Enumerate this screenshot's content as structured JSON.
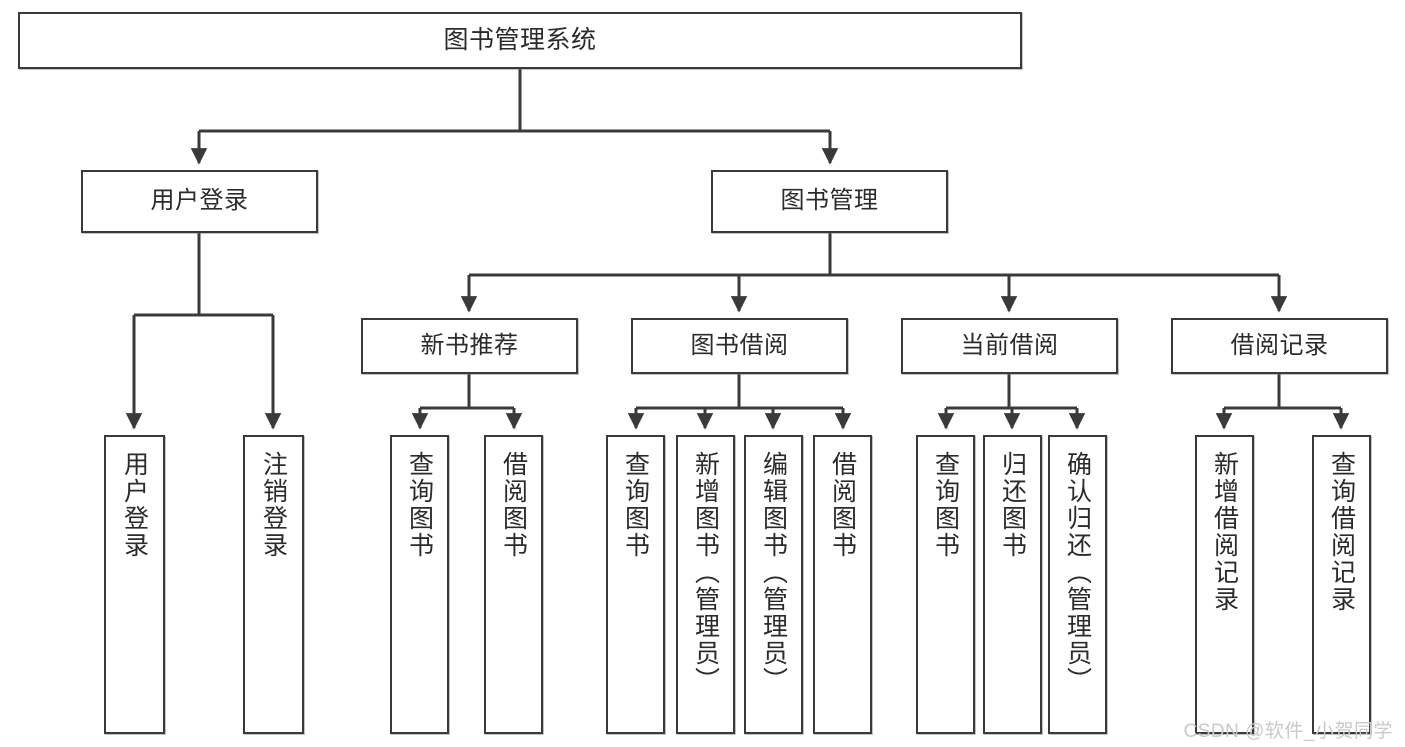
{
  "diagram": {
    "title": "图书管理系统",
    "type": "tree-hierarchy",
    "stroke_color": "#3a3a3a",
    "text_color": "#2b2b2b",
    "background_color": "#ffffff",
    "nodes": {
      "root": {
        "label": "图书管理系统"
      },
      "level2": [
        {
          "id": "user-login",
          "label": "用户登录"
        },
        {
          "id": "book-manage",
          "label": "图书管理"
        }
      ],
      "level3": [
        {
          "id": "new-book-recommend",
          "label": "新书推荐"
        },
        {
          "id": "book-borrow",
          "label": "图书借阅"
        },
        {
          "id": "current-borrow",
          "label": "当前借阅"
        },
        {
          "id": "borrow-record",
          "label": "借阅记录"
        }
      ],
      "leaves": {
        "user_login": [
          {
            "id": "leaf-user-login",
            "label": "用户登录"
          },
          {
            "id": "leaf-logout-login",
            "label": "注销登录"
          }
        ],
        "new_book_recommend": [
          {
            "id": "leaf-query-book-1",
            "label": "查询图书"
          },
          {
            "id": "leaf-borrow-book-1",
            "label": "借阅图书"
          }
        ],
        "book_borrow": [
          {
            "id": "leaf-query-book-2",
            "label": "查询图书"
          },
          {
            "id": "leaf-add-book",
            "label": "新增图书（管理员）"
          },
          {
            "id": "leaf-edit-book",
            "label": "编辑图书（管理员）"
          },
          {
            "id": "leaf-borrow-book-2",
            "label": "借阅图书"
          }
        ],
        "current_borrow": [
          {
            "id": "leaf-query-book-3",
            "label": "查询图书"
          },
          {
            "id": "leaf-return-book",
            "label": "归还图书"
          },
          {
            "id": "leaf-confirm-return",
            "label": "确认归还（管理员）"
          }
        ],
        "borrow_record": [
          {
            "id": "leaf-add-record",
            "label": "新增借阅记录"
          },
          {
            "id": "leaf-query-record",
            "label": "查询借阅记录"
          }
        ]
      }
    },
    "watermark": "CSDN @软件_小贺同学"
  }
}
